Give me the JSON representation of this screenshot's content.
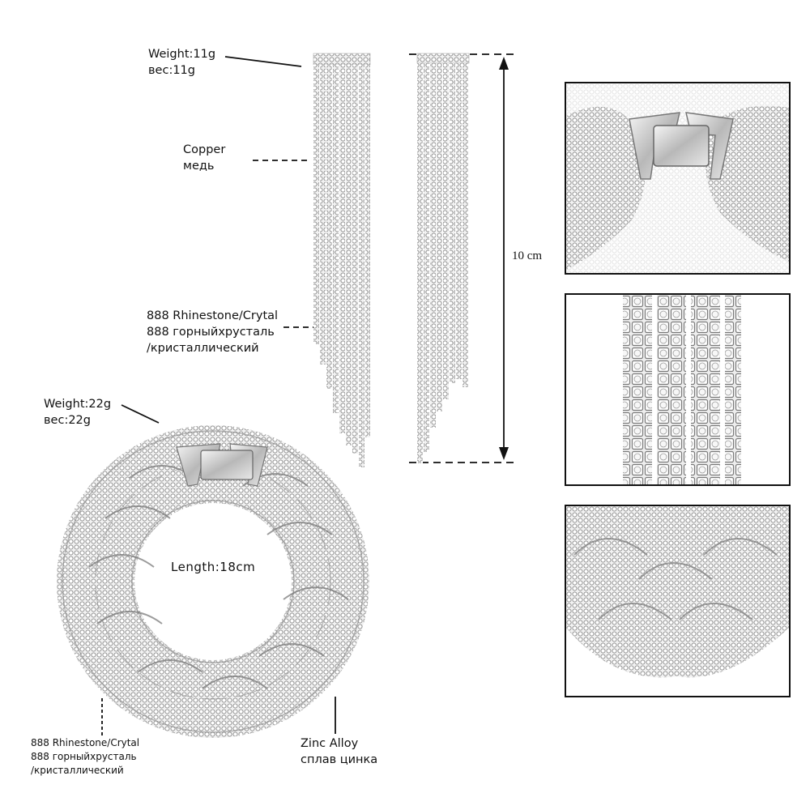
{
  "earring": {
    "weight_en": "Weight:11g",
    "weight_ru": "вес:11g",
    "material_en": "Copper",
    "material_ru": "медь",
    "stone_line1": "888 Rhinestone/Crytal",
    "stone_line2": "888 горныйхрусталь",
    "stone_line3": "/кристаллический",
    "length": "10 cm"
  },
  "bracelet": {
    "weight_en": "Weight:22g",
    "weight_ru": "вес:22g",
    "length": "Length:18cm",
    "stone_line1": "888 Rhinestone/Crytal",
    "stone_line2": "888 горныйхрусталь",
    "stone_line3": "/кристаллический",
    "alloy_en": "Zinc Alloy",
    "alloy_ru": "сплав цинка"
  },
  "colors": {
    "metal": "#c9c9c9",
    "line": "#111111"
  }
}
